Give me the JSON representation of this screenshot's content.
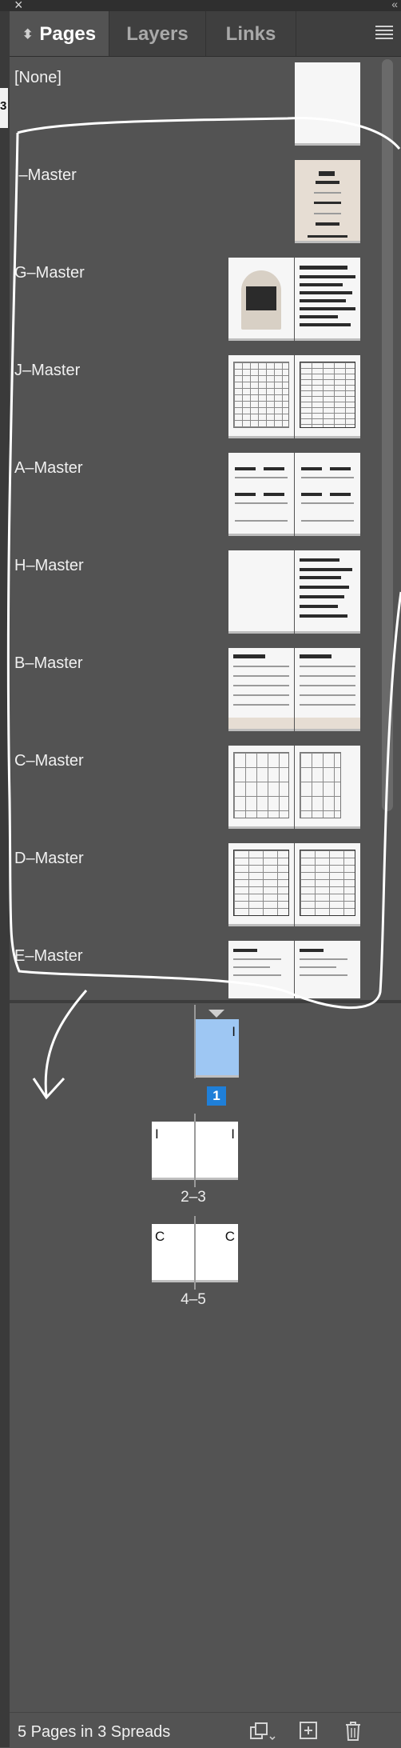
{
  "window": {
    "close_glyph": "×",
    "collapse_glyph": "«"
  },
  "tabs": [
    {
      "label": "Pages",
      "active": true,
      "icon": "up-down-arrows-icon"
    },
    {
      "label": "Layers",
      "active": false
    },
    {
      "label": "Links",
      "active": false
    }
  ],
  "left_edge_char": "3",
  "masters": [
    {
      "label": "[None]"
    },
    {
      "label": "I–Master"
    },
    {
      "label": "G–Master"
    },
    {
      "label": "J–Master"
    },
    {
      "label": "A–Master"
    },
    {
      "label": "H–Master"
    },
    {
      "label": "B–Master"
    },
    {
      "label": "C–Master"
    },
    {
      "label": "D–Master"
    },
    {
      "label": "E–Master"
    }
  ],
  "spreads": [
    {
      "label": "1",
      "pages": [
        {
          "letter": "I",
          "selected": true
        }
      ],
      "current": true
    },
    {
      "label": "2–3",
      "pages": [
        {
          "letter": "I"
        },
        {
          "letter": "I"
        }
      ]
    },
    {
      "label": "4–5",
      "pages": [
        {
          "letter": "C"
        },
        {
          "letter": "C"
        }
      ]
    }
  ],
  "status": {
    "text": "5 Pages in 3 Spreads",
    "icons": [
      "edit-page-size-icon",
      "new-page-icon",
      "delete-page-icon"
    ]
  },
  "colors": {
    "panel": "#535353",
    "selection": "#1f7fd8",
    "selected_page": "#9ec7f3"
  }
}
